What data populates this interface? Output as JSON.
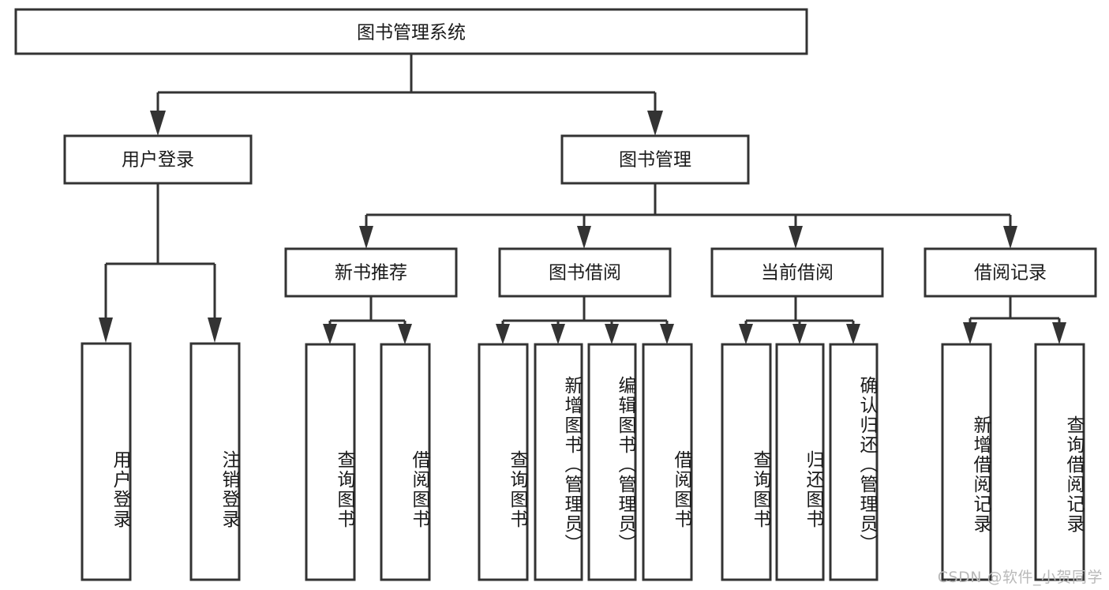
{
  "diagram": {
    "type": "tree",
    "title": "图书管理系统",
    "root": {
      "label": "图书管理系统",
      "id": "root"
    },
    "level1": [
      {
        "id": "user-login",
        "label": "用户登录"
      },
      {
        "id": "book-management",
        "label": "图书管理"
      }
    ],
    "level2": [
      {
        "id": "new-book-recommend",
        "label": "新书推荐",
        "parent": "book-management"
      },
      {
        "id": "book-borrow",
        "label": "图书借阅",
        "parent": "book-management"
      },
      {
        "id": "current-borrow",
        "label": "当前借阅",
        "parent": "book-management"
      },
      {
        "id": "borrow-record",
        "label": "借阅记录",
        "parent": "book-management"
      }
    ],
    "leaves": [
      {
        "id": "leaf-user-login",
        "label": "用户登录",
        "parent": "user-login"
      },
      {
        "id": "leaf-logout-login",
        "label": "注销登录",
        "parent": "user-login"
      },
      {
        "id": "leaf-query-book-1",
        "label": "查询图书",
        "parent": "new-book-recommend"
      },
      {
        "id": "leaf-borrow-book-1",
        "label": "借阅图书",
        "parent": "new-book-recommend"
      },
      {
        "id": "leaf-query-book-2",
        "label": "查询图书",
        "parent": "book-borrow"
      },
      {
        "id": "leaf-add-book",
        "label": "新增图书（管理员）",
        "parent": "book-borrow"
      },
      {
        "id": "leaf-edit-book",
        "label": "编辑图书（管理员）",
        "parent": "book-borrow"
      },
      {
        "id": "leaf-borrow-book-2",
        "label": "借阅图书",
        "parent": "book-borrow"
      },
      {
        "id": "leaf-query-book-3",
        "label": "查询图书",
        "parent": "current-borrow"
      },
      {
        "id": "leaf-return-book",
        "label": "归还图书",
        "parent": "current-borrow"
      },
      {
        "id": "leaf-confirm-return",
        "label": "确认归还（管理员）",
        "parent": "current-borrow"
      },
      {
        "id": "leaf-add-record",
        "label": "新增借阅记录",
        "parent": "borrow-record"
      },
      {
        "id": "leaf-query-record",
        "label": "查询借阅记录",
        "parent": "borrow-record"
      }
    ],
    "colors": {
      "box_border": "#333333",
      "box_fill": "#ffffff",
      "connector": "#333333",
      "text": "#1a1a1a",
      "watermark": "#b9b9b9"
    }
  },
  "watermark": {
    "text": "CSDN @软件_小贺同学"
  }
}
